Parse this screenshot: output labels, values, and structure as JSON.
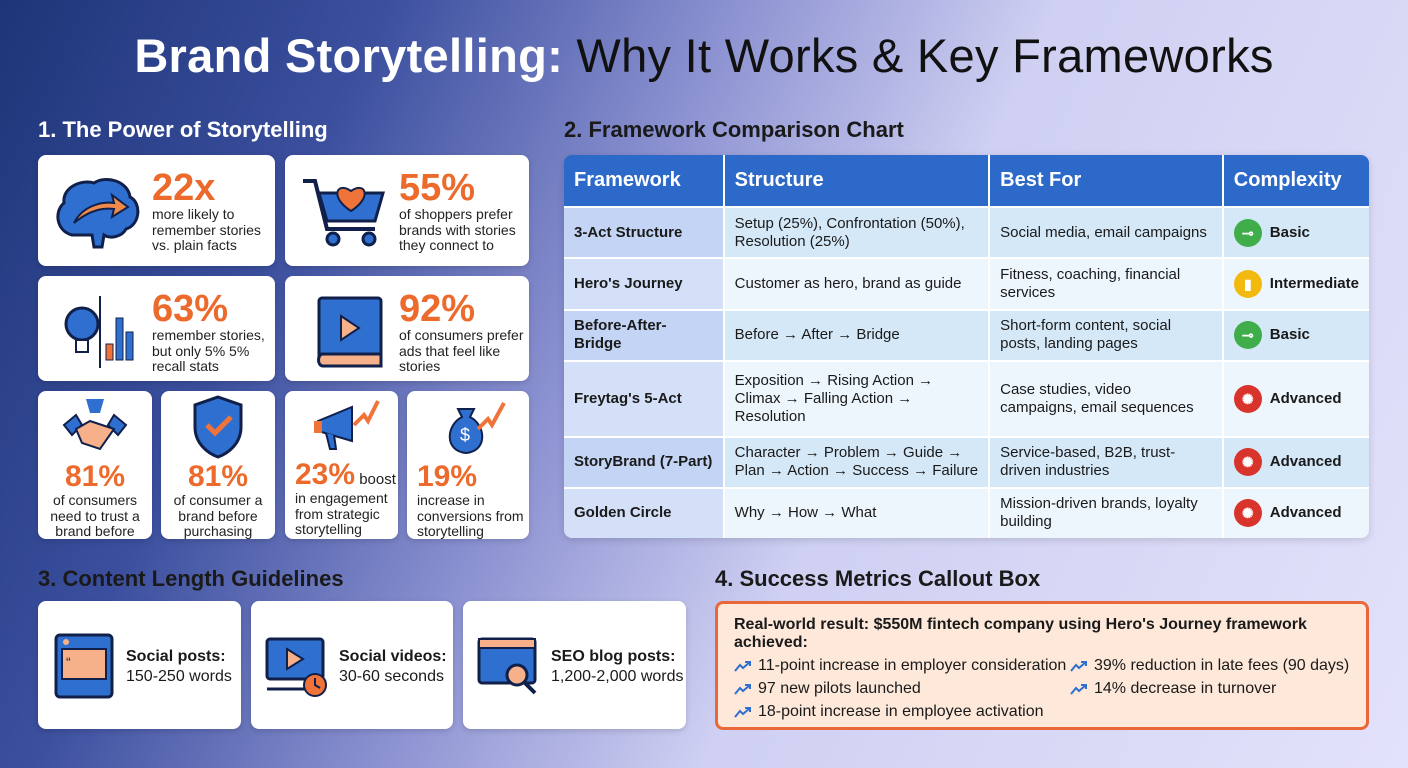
{
  "title": {
    "bold": "Brand Storytelling:",
    "rest": " Why It Works & Key Frameworks"
  },
  "sections": {
    "power": "1. The Power of Storytelling",
    "comparison": "2. Framework Comparison Chart",
    "length": "3. Content Length Guidelines",
    "metrics": "4. Success Metrics Callout Box"
  },
  "stats": [
    {
      "value": "22x",
      "text": "more likely to remember stories vs. plain facts",
      "icon": "brain-arrow-icon"
    },
    {
      "value": "55%",
      "text": "of shoppers prefer brands with stories they connect to",
      "icon": "cart-heart-icon"
    },
    {
      "value": "63%",
      "text": "remember stories, but only 5% 5% recall stats",
      "icon": "lightbulb-chart-icon"
    },
    {
      "value": "92%",
      "text": "of consumers prefer ads that feel like stories",
      "icon": "video-book-icon"
    },
    {
      "value": "81%",
      "text": "of consumers need to trust a brand before",
      "icon": "handshake-icon"
    },
    {
      "value": "81%",
      "text": "of consumer a brand before purchasing",
      "icon": "shield-check-icon"
    },
    {
      "value": "23%",
      "suffix": " boost",
      "text": "in engagement from strategic storytelling",
      "icon": "megaphone-growth-icon"
    },
    {
      "value": "19%",
      "text": "increase in conversions from storytelling",
      "icon": "money-bag-growth-icon"
    }
  ],
  "table": {
    "headers": [
      "Framework",
      "Structure",
      "Best For",
      "Complexity"
    ],
    "rows": [
      {
        "framework": "3-Act Structure",
        "structure": "Setup (25%), Confrontation (50%), Resolution (25%)",
        "best_for": "Social media, email campaigns",
        "complexity": "Basic"
      },
      {
        "framework": "Hero's Journey",
        "structure": "Customer as hero, brand as guide",
        "best_for": "Fitness, coaching, financial services",
        "complexity": "Intermediate"
      },
      {
        "framework": "Before-After-Bridge",
        "structure": "Before → After → Bridge",
        "best_for": "Short-form content, social posts, landing pages",
        "complexity": "Basic"
      },
      {
        "framework": "Freytag's 5-Act",
        "structure": "Exposition → Rising Action → Climax → Falling Action → Resolution",
        "best_for": "Case studies, video campaigns, email sequences",
        "complexity": "Advanced"
      },
      {
        "framework": "StoryBrand (7-Part)",
        "structure": "Character → Problem → Guide → Plan → Action → Success → Failure",
        "best_for": "Service-based, B2B, trust-driven industries",
        "complexity": "Advanced"
      },
      {
        "framework": "Golden Circle",
        "structure": "Why → How → What",
        "best_for": "Mission-driven brands, loyalty building",
        "complexity": "Advanced"
      }
    ]
  },
  "complexity_colors": {
    "Basic": "#3fae4a",
    "Intermediate": "#f2b90f",
    "Advanced": "#d8342c"
  },
  "content_length": [
    {
      "label": "Social posts:",
      "value": "150-250 words",
      "icon": "social-post-icon"
    },
    {
      "label": "Social videos:",
      "value": "30-60 seconds",
      "icon": "video-clock-icon"
    },
    {
      "label": "SEO blog posts:",
      "value": "1,200-2,000 words",
      "icon": "browser-search-icon"
    }
  ],
  "callout": {
    "heading": "Real-world result: $550M fintech company using Hero's Journey framework achieved:",
    "items": [
      "11-point increase in employer consideration",
      "39% reduction in late fees (90 days)",
      "97 new pilots launched",
      "14% decrease in turnover",
      "18-point increase in employee activation"
    ]
  },
  "colors": {
    "accent_orange": "#ec6a2c",
    "icon_blue": "#2f6fd0",
    "table_header": "#2c69c9"
  }
}
